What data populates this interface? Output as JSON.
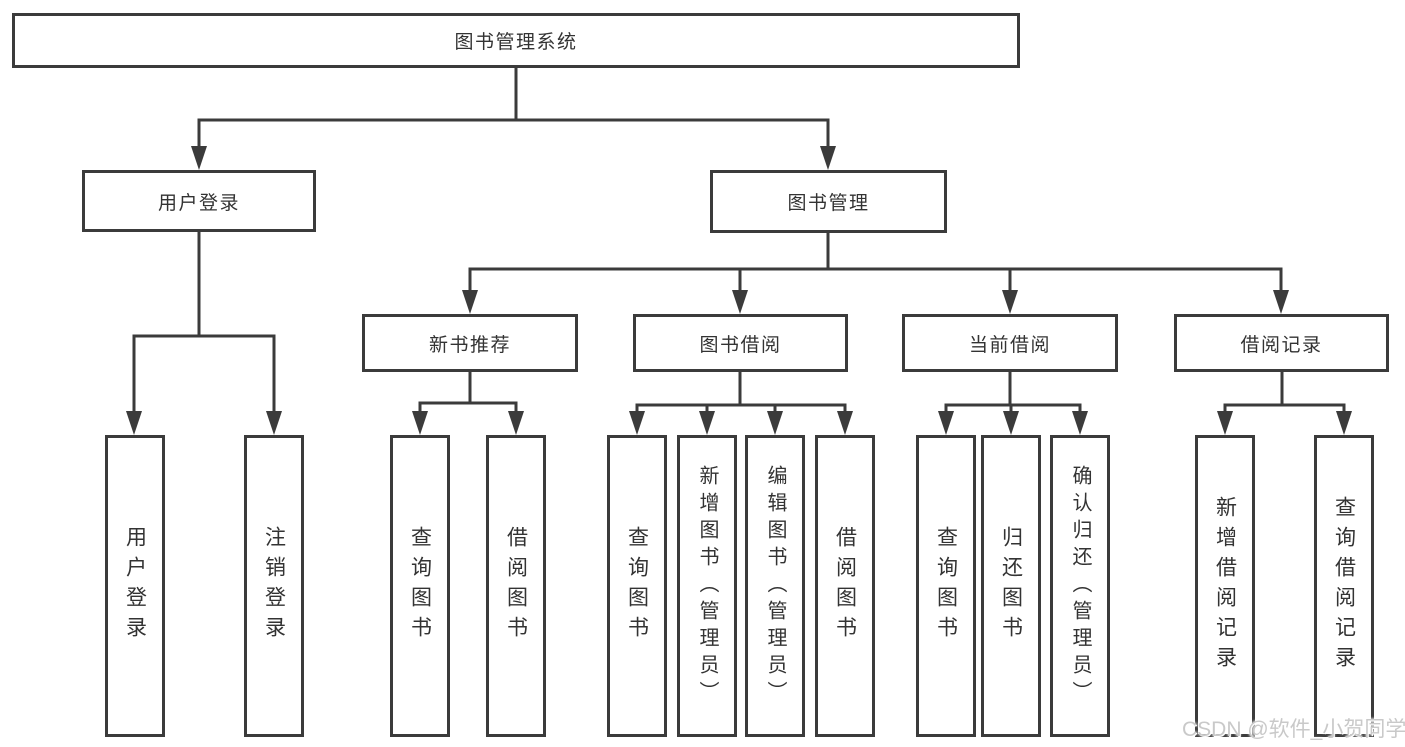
{
  "watermark": "CSDN @软件_小贺同学",
  "colors": {
    "line": "#3b3b3b",
    "box_border": "#3b3b3b",
    "text": "#333333",
    "background": "#ffffff",
    "watermark": "#c9c9c9"
  },
  "nodes": {
    "root": {
      "label": "图书管理系统"
    },
    "user_login": {
      "label": "用户登录"
    },
    "book_mgmt": {
      "label": "图书管理"
    },
    "new_rec": {
      "label": "新书推荐"
    },
    "borrow": {
      "label": "图书借阅"
    },
    "current": {
      "label": "当前借阅"
    },
    "records": {
      "label": "借阅记录"
    },
    "leaf_user_login": {
      "label": "用户登录"
    },
    "leaf_logout": {
      "label": "注销登录"
    },
    "rec_query": {
      "label": "查询图书"
    },
    "rec_borrow": {
      "label": "借阅图书"
    },
    "bor_query": {
      "label": "查询图书"
    },
    "bor_add": {
      "label": "新增图书（管理员）"
    },
    "bor_edit": {
      "label": "编辑图书（管理员）"
    },
    "bor_borrow": {
      "label": "借阅图书"
    },
    "cur_query": {
      "label": "查询图书"
    },
    "cur_return": {
      "label": "归还图书"
    },
    "cur_confirm": {
      "label": "确认归还（管理员）"
    },
    "rcd_add": {
      "label": "新增借阅记录"
    },
    "rcd_query": {
      "label": "查询借阅记录"
    }
  },
  "edges": [
    [
      "root",
      "user_login"
    ],
    [
      "root",
      "book_mgmt"
    ],
    [
      "user_login",
      "leaf_user_login"
    ],
    [
      "user_login",
      "leaf_logout"
    ],
    [
      "book_mgmt",
      "new_rec"
    ],
    [
      "book_mgmt",
      "borrow"
    ],
    [
      "book_mgmt",
      "current"
    ],
    [
      "book_mgmt",
      "records"
    ],
    [
      "new_rec",
      "rec_query"
    ],
    [
      "new_rec",
      "rec_borrow"
    ],
    [
      "borrow",
      "bor_query"
    ],
    [
      "borrow",
      "bor_add"
    ],
    [
      "borrow",
      "bor_edit"
    ],
    [
      "borrow",
      "bor_borrow"
    ],
    [
      "current",
      "cur_query"
    ],
    [
      "current",
      "cur_return"
    ],
    [
      "current",
      "cur_confirm"
    ],
    [
      "records",
      "rcd_add"
    ],
    [
      "records",
      "rcd_query"
    ]
  ]
}
